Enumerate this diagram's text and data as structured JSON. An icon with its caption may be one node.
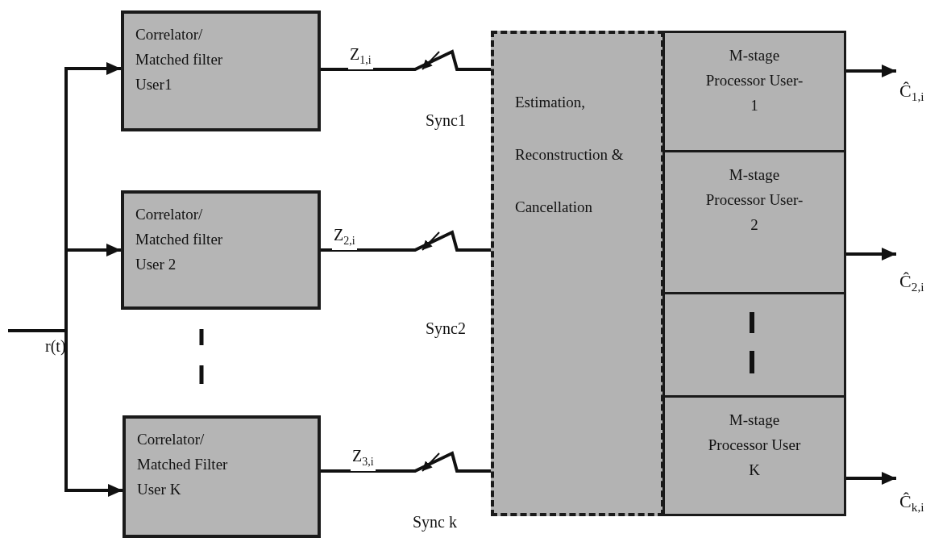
{
  "diagram": {
    "nodes": [
      {
        "text": [
          "Correlator/ Matched filter User1"
        ]
      },
      {
        "text": [
          "Correlator/ Matched filter User 2"
        ]
      },
      {
        "text": [
          "Correlator/ Matched Filter User K"
        ]
      },
      {
        "text": [
          "Estimation, Reconstruction & Cancellation"
        ]
      },
      {
        "text": [
          "M-stage Processor User- 1"
        ]
      },
      {
        "text": [
          "M-stage Processor User- 2"
        ]
      },
      {
        "text": [],
        "shape": "box"
      },
      {
        "text": [
          "M-stage Processor User K"
        ]
      },
      {
        "text": [
          "Ĉ$_{1,i}$"
        ]
      },
      {
        "text": [
          "Ĉ$_{2,i}$"
        ]
      },
      {
        "text": [
          "Ĉ$_{k,i}$"
        ]
      }
    ],
    "edges": [
      {
        "from": null,
        "to": 0,
        "arrow": "to"
      },
      {
        "from": null,
        "to": 1,
        "arrow": "to"
      },
      {
        "from": null,
        "to": 2,
        "arrow": "to"
      },
      {
        "from": 0,
        "to": 3,
        "arrow": "none",
        "label": "Z$_{1,i}$"
      },
      {
        "from": 1,
        "to": 3,
        "arrow": "none",
        "label": "Z$_{2,i}$"
      },
      {
        "from": 2,
        "to": 3,
        "arrow": "none",
        "label": "Z$_{3,i}$"
      },
      {
        "from": 4,
        "to": 8,
        "arrow": "to"
      },
      {
        "from": 5,
        "to": 9,
        "arrow": "to"
      },
      {
        "from": 7,
        "to": 10,
        "arrow": "to"
      }
    ],
    "labels": [
      "Sync1",
      "Sync2",
      "r(t)",
      "Sync k"
    ]
  }
}
